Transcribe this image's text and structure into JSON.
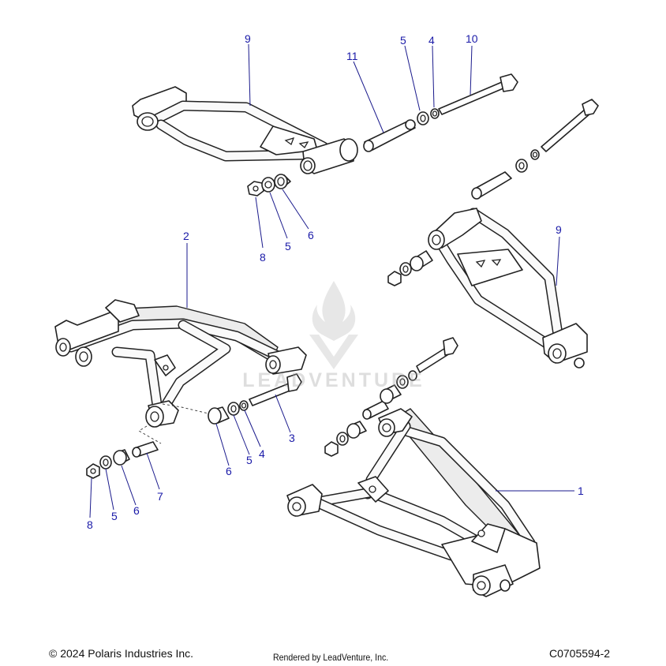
{
  "diagram": {
    "callouts": {
      "c1": "1",
      "c2": "2",
      "c3": "3",
      "c4a": "4",
      "c4b": "4",
      "c5a": "5",
      "c5b": "5",
      "c5c": "5",
      "c5d": "5",
      "c6a": "6",
      "c6b": "6",
      "c6c": "6",
      "c7": "7",
      "c8a": "8",
      "c8b": "8",
      "c9a": "9",
      "c9b": "9",
      "c10": "10",
      "c11": "11"
    }
  },
  "watermark": {
    "text": "LEADVENTURE"
  },
  "footer": {
    "copyright": "© 2024 Polaris Industries Inc.",
    "rendered_by": "Rendered by LeadVenture, Inc.",
    "drawing_number": "C0705594-2"
  }
}
